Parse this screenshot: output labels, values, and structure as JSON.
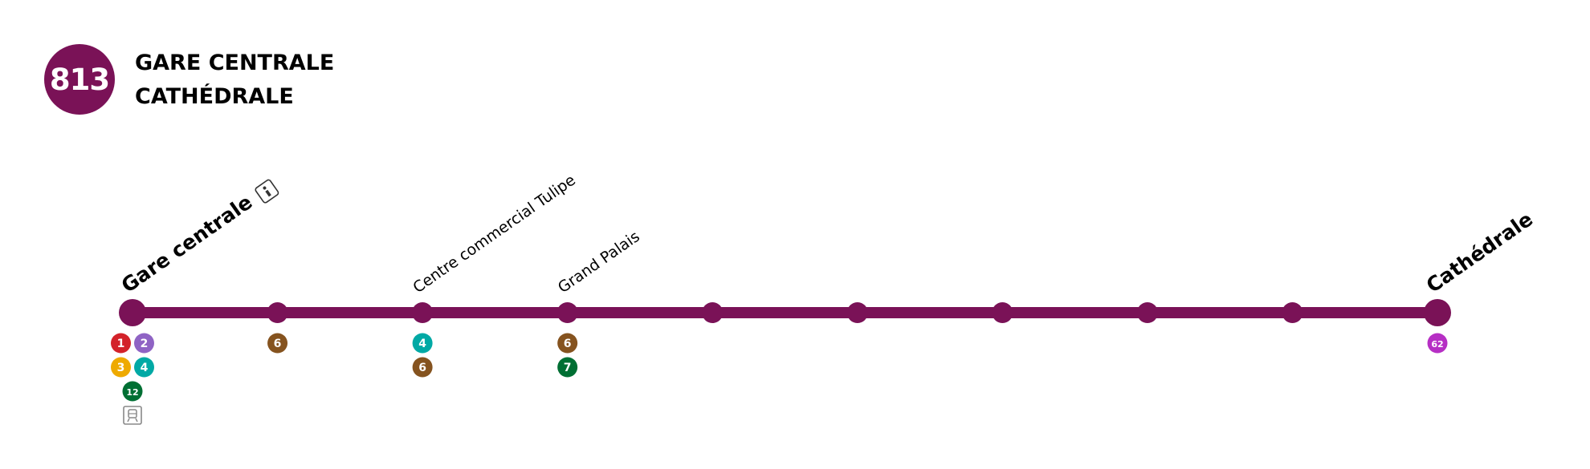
{
  "line": {
    "number": "813",
    "color": "#7a1257",
    "destinations": [
      "GARE CENTRALE",
      "CATHÉDRALE"
    ]
  },
  "stops": [
    {
      "name": "Gare centrale",
      "terminus": true,
      "info_icon": "info-icon",
      "connections": [
        [
          "1",
          "2"
        ],
        [
          "3",
          "4"
        ],
        [
          "12"
        ],
        [
          "train-icon"
        ]
      ]
    },
    {
      "name": "",
      "terminus": false,
      "connections": [
        [
          "6"
        ]
      ]
    },
    {
      "name": "Centre commercial Tulipe",
      "terminus": false,
      "connections": [
        [
          "4"
        ],
        [
          "6"
        ]
      ]
    },
    {
      "name": "Grand Palais",
      "terminus": false,
      "connections": [
        [
          "6"
        ],
        [
          "7"
        ]
      ]
    },
    {
      "name": "",
      "terminus": false,
      "connections": []
    },
    {
      "name": "",
      "terminus": false,
      "connections": []
    },
    {
      "name": "",
      "terminus": false,
      "connections": []
    },
    {
      "name": "",
      "terminus": false,
      "connections": []
    },
    {
      "name": "",
      "terminus": false,
      "connections": []
    },
    {
      "name": "Cathédrale",
      "terminus": true,
      "connections": [
        [
          "62"
        ]
      ]
    }
  ],
  "connection_colors": {
    "1": "#d3222a",
    "2": "#8f63c4",
    "3": "#eeaa00",
    "4": "#00a9a5",
    "6": "#85531f",
    "7": "#006f33",
    "12": "#006f33",
    "62": "#b62fc4"
  },
  "train_icon_color": "#888888"
}
